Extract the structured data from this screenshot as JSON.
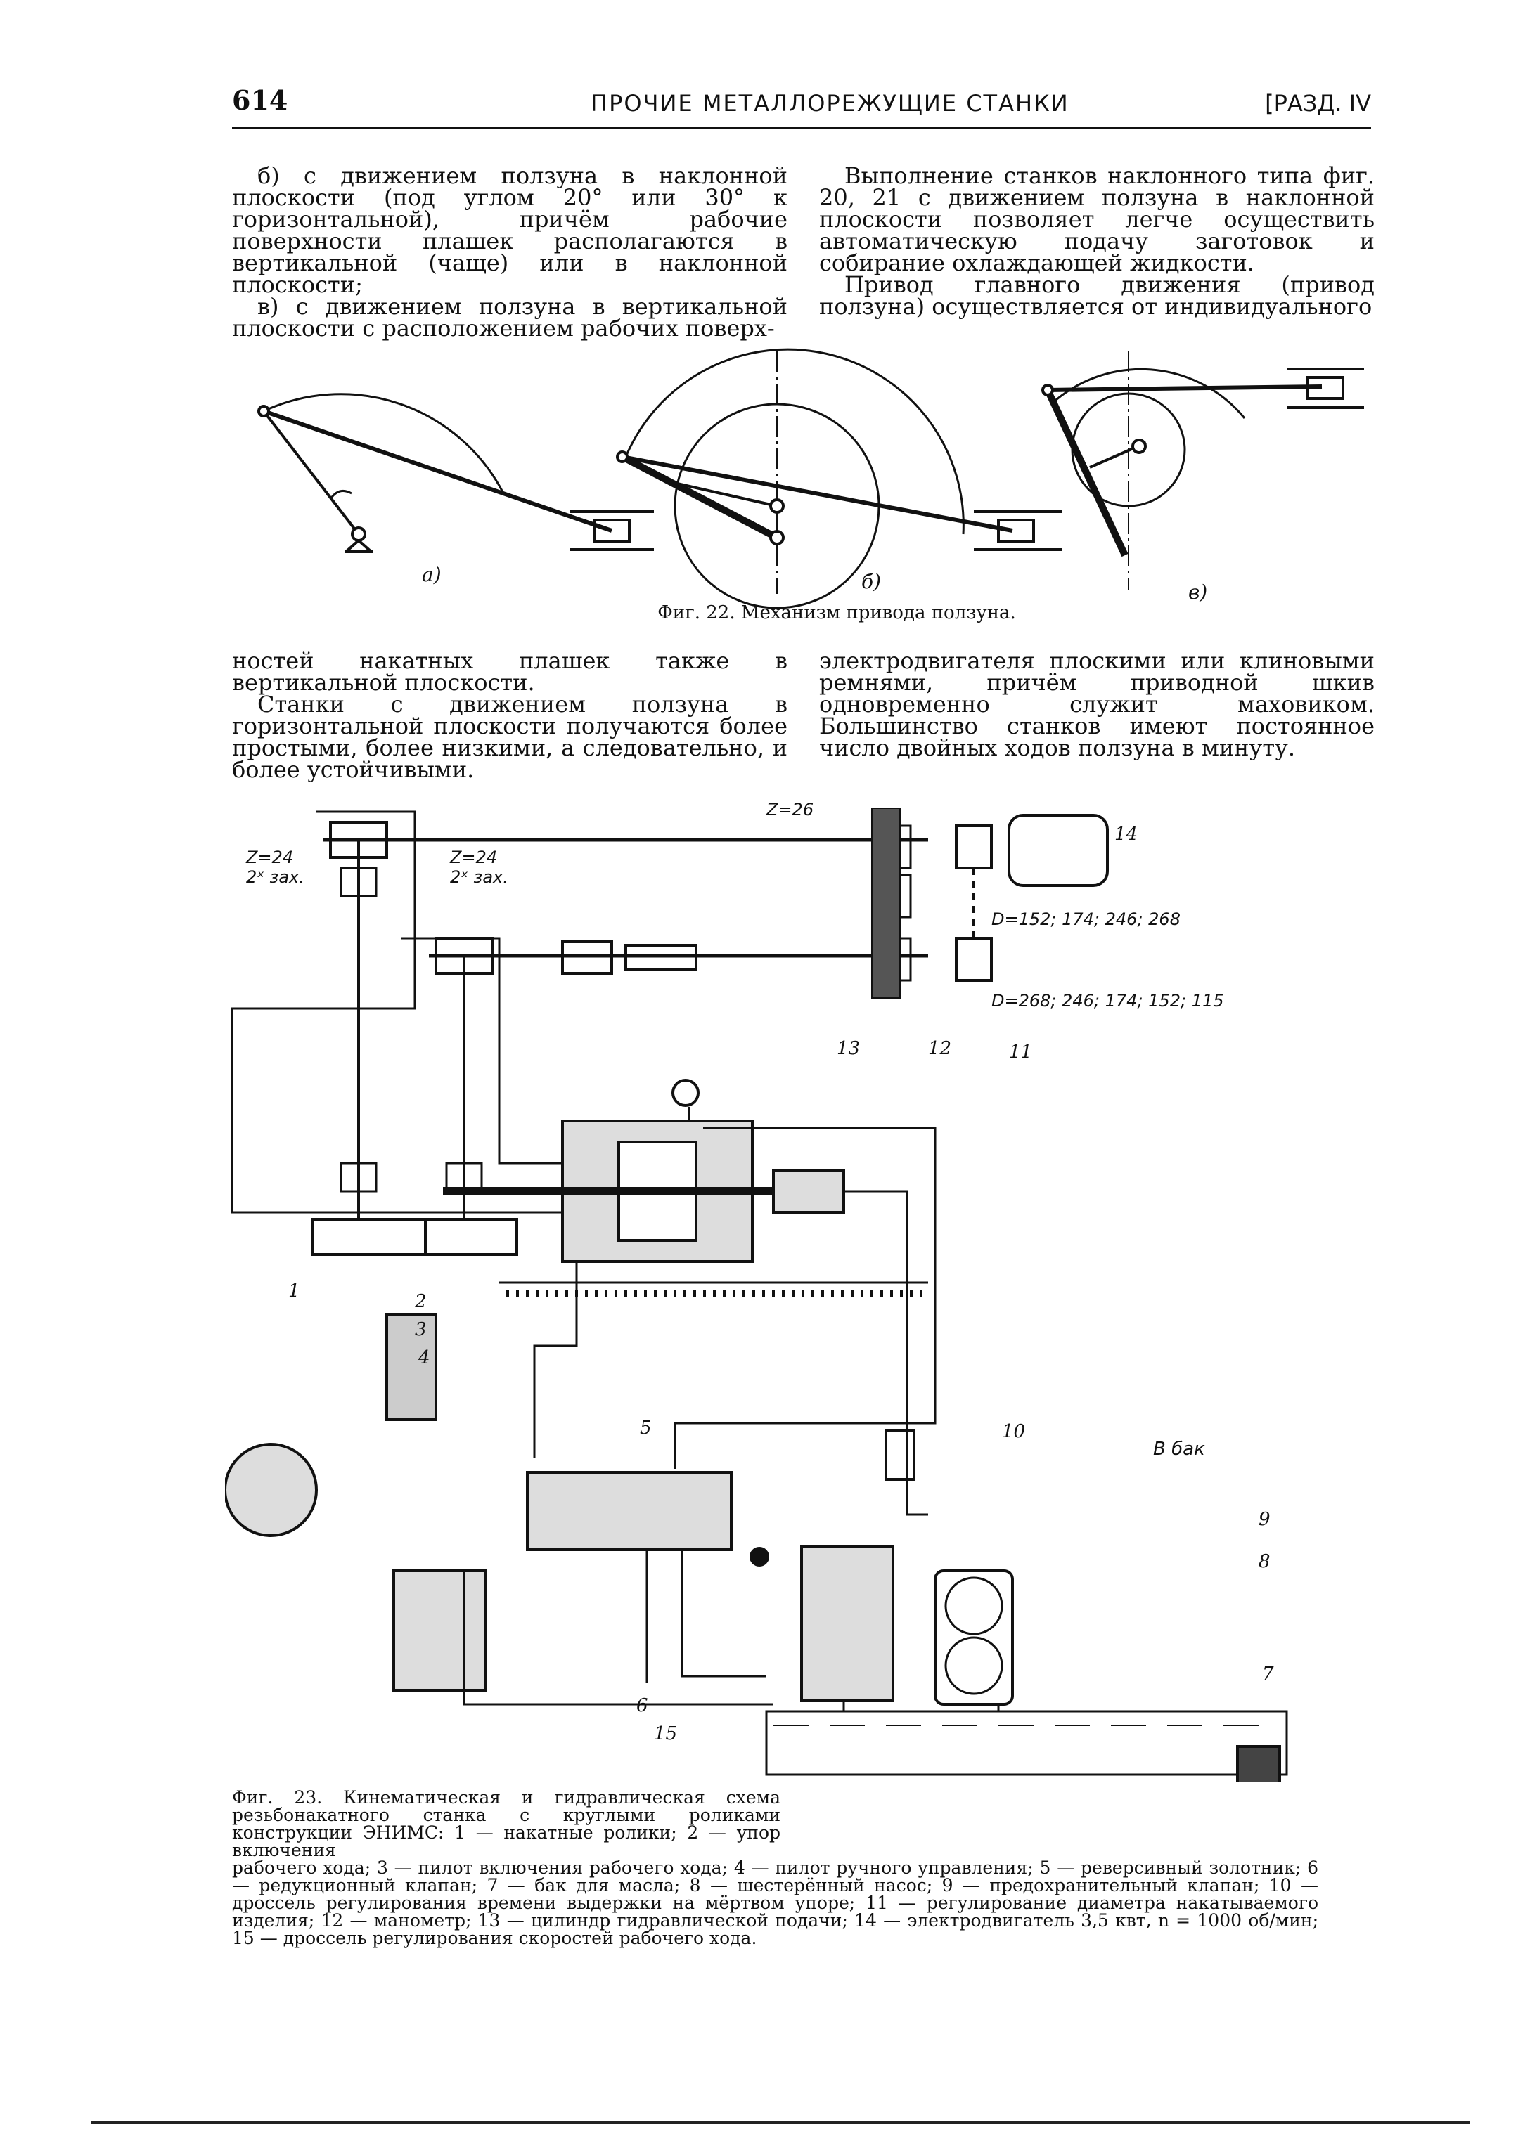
{
  "header": {
    "page_number": "614",
    "title": "ПРОЧИЕ МЕТАЛЛОРЕЖУЩИЕ СТАНКИ",
    "section": "[РАЗД. IV"
  },
  "text": {
    "left_top": [
      "б) с движением ползуна в наклонной плоскости (под углом 20° или 30° к горизонтальной), причём рабочие поверхности плашек располагаются в вертикальной (чаще) или в наклонной плоскости;",
      "в) с движением ползуна в вертикальной плоскости с расположением рабочих поверх-"
    ],
    "right_top": [
      "Выполнение станков наклонного типа фиг. 20, 21 с движением ползуна в наклонной плоскости позволяет легче осуществить автоматическую подачу заготовок и собирание охлаждающей жидкости.",
      "Привод главного движения (привод ползуна) осуществляется от индивидуального"
    ],
    "left_mid": [
      "ностей накатных плашек также в вертикальной плоскости.",
      "Станки с движением ползуна в горизонтальной плоскости получаются более простыми, более низкими, а следовательно, и более устойчивыми."
    ],
    "right_mid": [
      "электродвигателя плоскими или клиновыми ремнями, причём приводной шкив одновременно служит маховиком. Большинство станков имеют постоянное число двойных ходов ползуна в минуту."
    ]
  },
  "figure22": {
    "caption": "Фиг. 22. Механизм привода ползуна.",
    "labels": [
      "а)",
      "б)",
      "в)"
    ]
  },
  "figure23": {
    "labels": {
      "z26": "Z=26",
      "z24_left": "Z=24",
      "zax_left": "2ˣ зах.",
      "z24_mid": "Z=24",
      "zax_mid": "2ˣ зах.",
      "d_top": "D=152; 174; 246; 268",
      "d_bottom": "D=268; 246; 174; 152; 115",
      "v_bak": "В бак",
      "n1": "1",
      "n2": "2",
      "n3": "3",
      "n4": "4",
      "n5": "5",
      "n6": "6",
      "n7": "7",
      "n8": "8",
      "n9": "9",
      "n10": "10",
      "n11": "11",
      "n12": "12",
      "n13": "13",
      "n14": "14",
      "n15": "15"
    },
    "caption_part1": "Фиг. 23. Кинематическая и гидравлическая схема резьбонакатного станка с круглыми роликами конструкции ЭНИМС: 1 — накатные ролики; 2 — упор включения",
    "caption_part2": "рабочего хода; 3 — пилот включения рабочего хода; 4 — пилот ручного управления; 5 — реверсивный золотник; 6 — редукционный клапан; 7 — бак для масла; 8 — шестерённый насос; 9 — предохранительный клапан; 10 — дроссель регулирования времени выдержки на мёртвом упоре; 11 — регулирование диаметра накатываемого изделия; 12 — манометр; 13 — цилиндр гидравлической подачи; 14 — электродвигатель 3,5 квт, n = 1000 об/мин; 15 — дроссель регулирования скоростей рабочего хода."
  }
}
